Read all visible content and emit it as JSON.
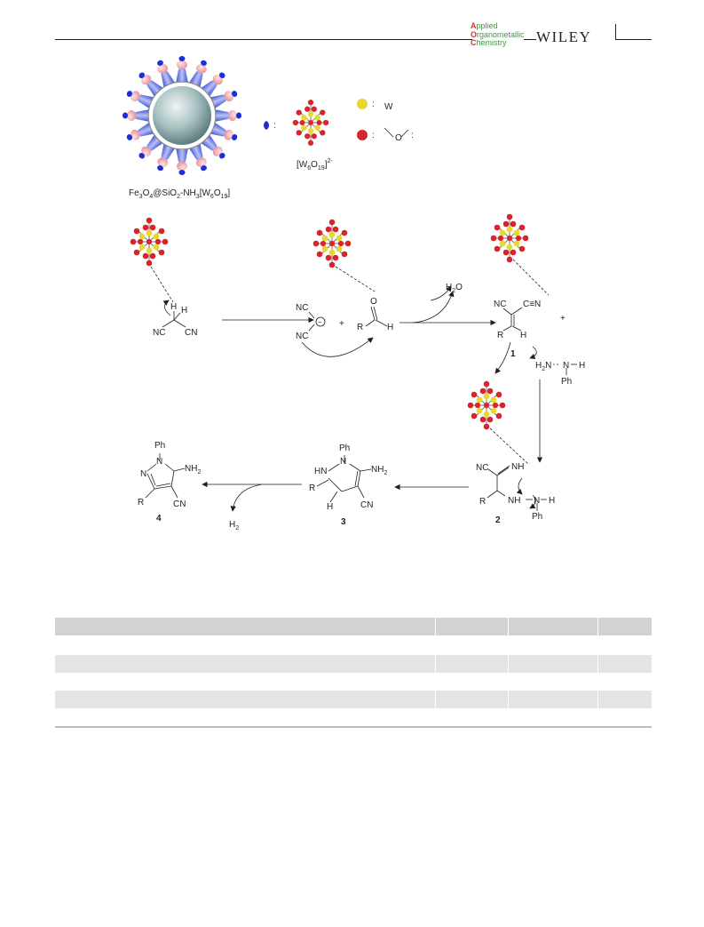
{
  "header": {
    "journal_line1_cap": "A",
    "journal_line1_rest": "pplied",
    "journal_line2_cap": "O",
    "journal_line2_rest": "rganometallic",
    "journal_line3_cap": "C",
    "journal_line3_rest": "hemistry",
    "publisher": "WILEY"
  },
  "scheme": {
    "catalyst_label_parts": [
      "Fe",
      "3",
      "O",
      "4",
      "@SiO",
      "2",
      "-NH",
      "3",
      "[W",
      "6",
      "O",
      "19",
      "]"
    ],
    "anion_label_parts": [
      "[W",
      "6",
      "O",
      "19",
      "]",
      "2-"
    ],
    "legend_colon": ":",
    "legend_w": "W",
    "legend_o": "O",
    "water_parts": [
      "H",
      "2",
      "O"
    ],
    "hydrogen_parts": [
      "H",
      "2"
    ],
    "atoms": {
      "H": "H",
      "NC": "NC",
      "CN": "CN",
      "R": "R",
      "O": "O",
      "NH": "NH",
      "HN": "HN",
      "N": "N",
      "Ph": "Ph",
      "NH2": "NH",
      "NH2_sub": "2",
      "H2N": "H",
      "H2N_sub": "2",
      "H2N_rest": "N",
      "plus": "+",
      "minus": "−",
      "CtripleN": "C≡N",
      "NHdash": "NH–"
    },
    "compounds": [
      "1",
      "2",
      "3",
      "4"
    ],
    "colors": {
      "tungsten": "#e8d82e",
      "oxygen": "#d7262b",
      "ligand_blue": "#1a2fd6",
      "sphere": "#9fb7b8"
    }
  },
  "table": {
    "rows": [
      "head",
      "plain",
      "shaded",
      "plain",
      "shaded",
      "plain"
    ]
  }
}
